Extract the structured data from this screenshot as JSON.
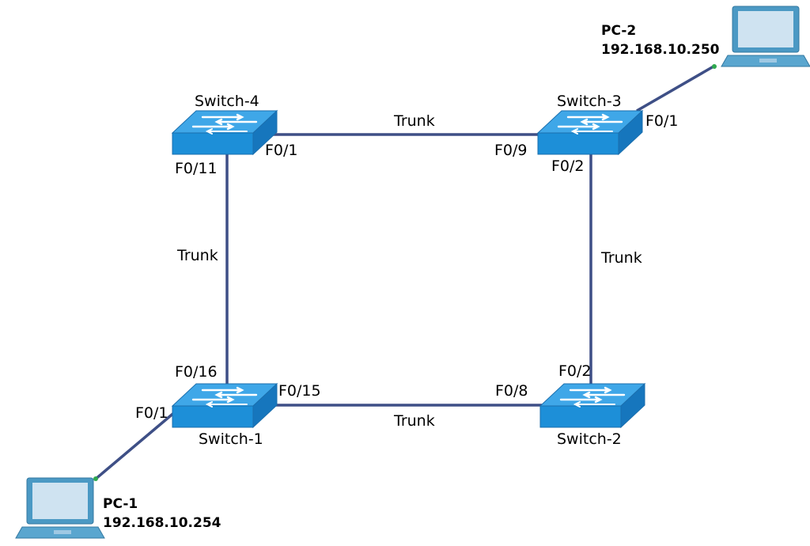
{
  "colors": {
    "link": "#3e4f86",
    "switch_top": "#3fa7e8",
    "switch_side": "#1d86cf",
    "laptop_body": "#4b99c4",
    "laptop_screen": "#cfe3f1",
    "port_dot": "#2fa84f"
  },
  "devices": {
    "sw1": {
      "label": "Switch-1",
      "icon": "switch-icon"
    },
    "sw2": {
      "label": "Switch-2",
      "icon": "switch-icon"
    },
    "sw3": {
      "label": "Switch-3",
      "icon": "switch-icon"
    },
    "sw4": {
      "label": "Switch-4",
      "icon": "switch-icon"
    },
    "pc1": {
      "name": "PC-1",
      "ip": "192.168.10.254",
      "icon": "laptop-icon"
    },
    "pc2": {
      "name": "PC-2",
      "ip": "192.168.10.250",
      "icon": "laptop-icon"
    }
  },
  "links": {
    "sw4_sw3": {
      "label": "Trunk",
      "port_a": "F0/1",
      "port_b": "F0/9"
    },
    "sw4_sw1": {
      "label": "Trunk",
      "port_a": "F0/11",
      "port_b": "F0/16"
    },
    "sw3_sw2": {
      "label": "Trunk",
      "port_a": "F0/2",
      "port_b": "F0/2"
    },
    "sw1_sw2": {
      "label": "Trunk",
      "port_a": "F0/15",
      "port_b": "F0/8"
    },
    "pc2_sw3": {
      "port": "F0/1"
    },
    "pc1_sw1": {
      "port": "F0/1"
    }
  }
}
